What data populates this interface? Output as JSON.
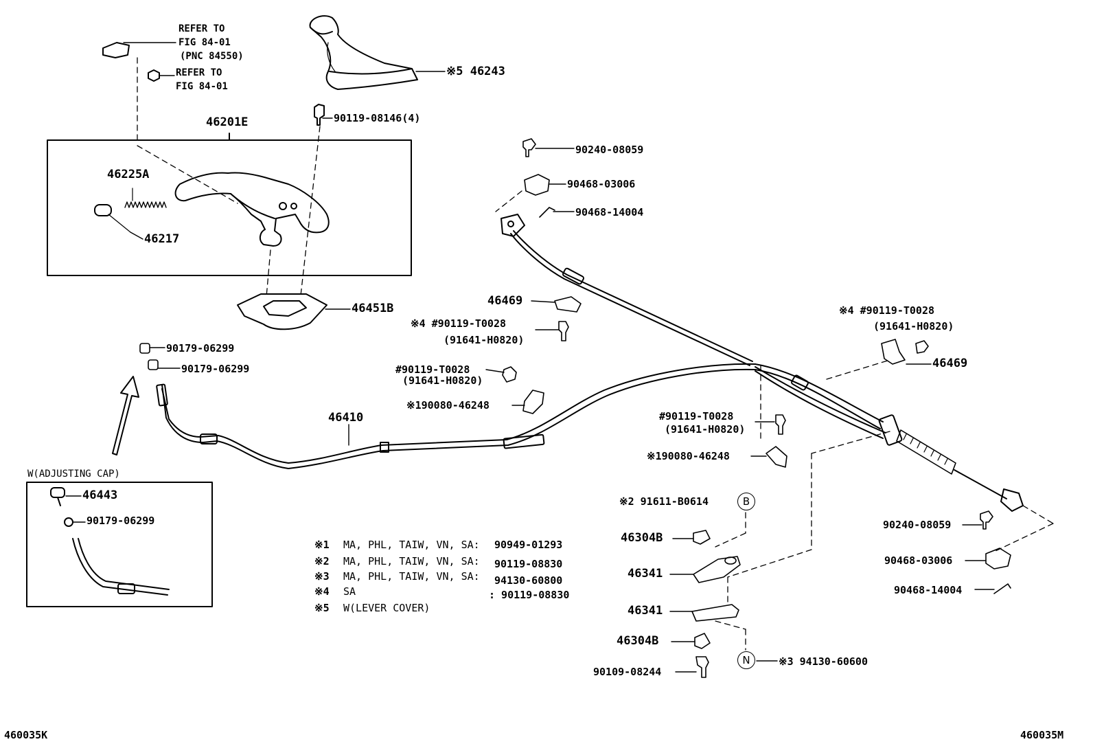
{
  "figure_codes": {
    "left": "460035K",
    "right": "460035M"
  },
  "callouts": {
    "refer_top": [
      "REFER TO",
      "FIG 84-01",
      "(PNC 84550)"
    ],
    "refer_bolt": [
      "REFER TO",
      "FIG 84-01"
    ],
    "lever_cover": "※5 46243",
    "lever_assy": "46201E",
    "bolt_top": "90119-08146(4)",
    "spring": "46225A",
    "grip": "46217",
    "bracket": "46451B",
    "nut_1": "90179-06299",
    "nut_2": "90179-06299",
    "front_cable": "46410",
    "clip_upper": "90240-08059",
    "clip_upper_2": "90468-03006",
    "clip_upper_3": "90468-14004",
    "clamp_mid": "46469",
    "bolt_mid_a": "※4 #90119-T0028",
    "bolt_mid_a_sub": "(91641-H0820)",
    "bolt_mid_b": "#90119-T0028",
    "bolt_mid_b_sub": "(91641-H0820)",
    "clamp_mid_b": "※190080-46248",
    "bolt_right_a": "※4 #90119-T0028",
    "bolt_right_a_sub": "(91641-H0820)",
    "clamp_right": "46469",
    "bolt_right_b": "#90119-T0028",
    "bolt_right_b_sub": "(91641-H0820)",
    "clamp_right_b": "※190080-46248",
    "bolt_b": "※2 91611-B0614",
    "tag_b": "B",
    "nut_46304b_1": "46304B",
    "equalizer_1": "46341",
    "equalizer_2": "46341",
    "nut_46304b_2": "46304B",
    "tag_n": "N",
    "nut_n": "※3 94130-60600",
    "stud": "90109-08244",
    "clip_right_1": "90240-08059",
    "clip_right_2": "90468-03006",
    "clip_right_3": "90468-14004",
    "adjusting_cap_title": "W(ADJUSTING CAP)",
    "adjusting_cap_part": "46443",
    "adjusting_cap_nut": "90179-06299"
  },
  "notes": [
    {
      "mark": "※1",
      "desc": "MA, PHL, TAIW, VN, SA:",
      "part": "90949-01293"
    },
    {
      "mark": "※2",
      "desc": "MA, PHL, TAIW, VN, SA:",
      "part": "90119-08830"
    },
    {
      "mark": "※3",
      "desc": "MA, PHL, TAIW, VN, SA:",
      "part": "94130-60800"
    },
    {
      "mark": "※4",
      "desc": "SA",
      "part": ": 90119-08830"
    },
    {
      "mark": "※5",
      "desc": "W(LEVER COVER)",
      "part": ""
    }
  ]
}
